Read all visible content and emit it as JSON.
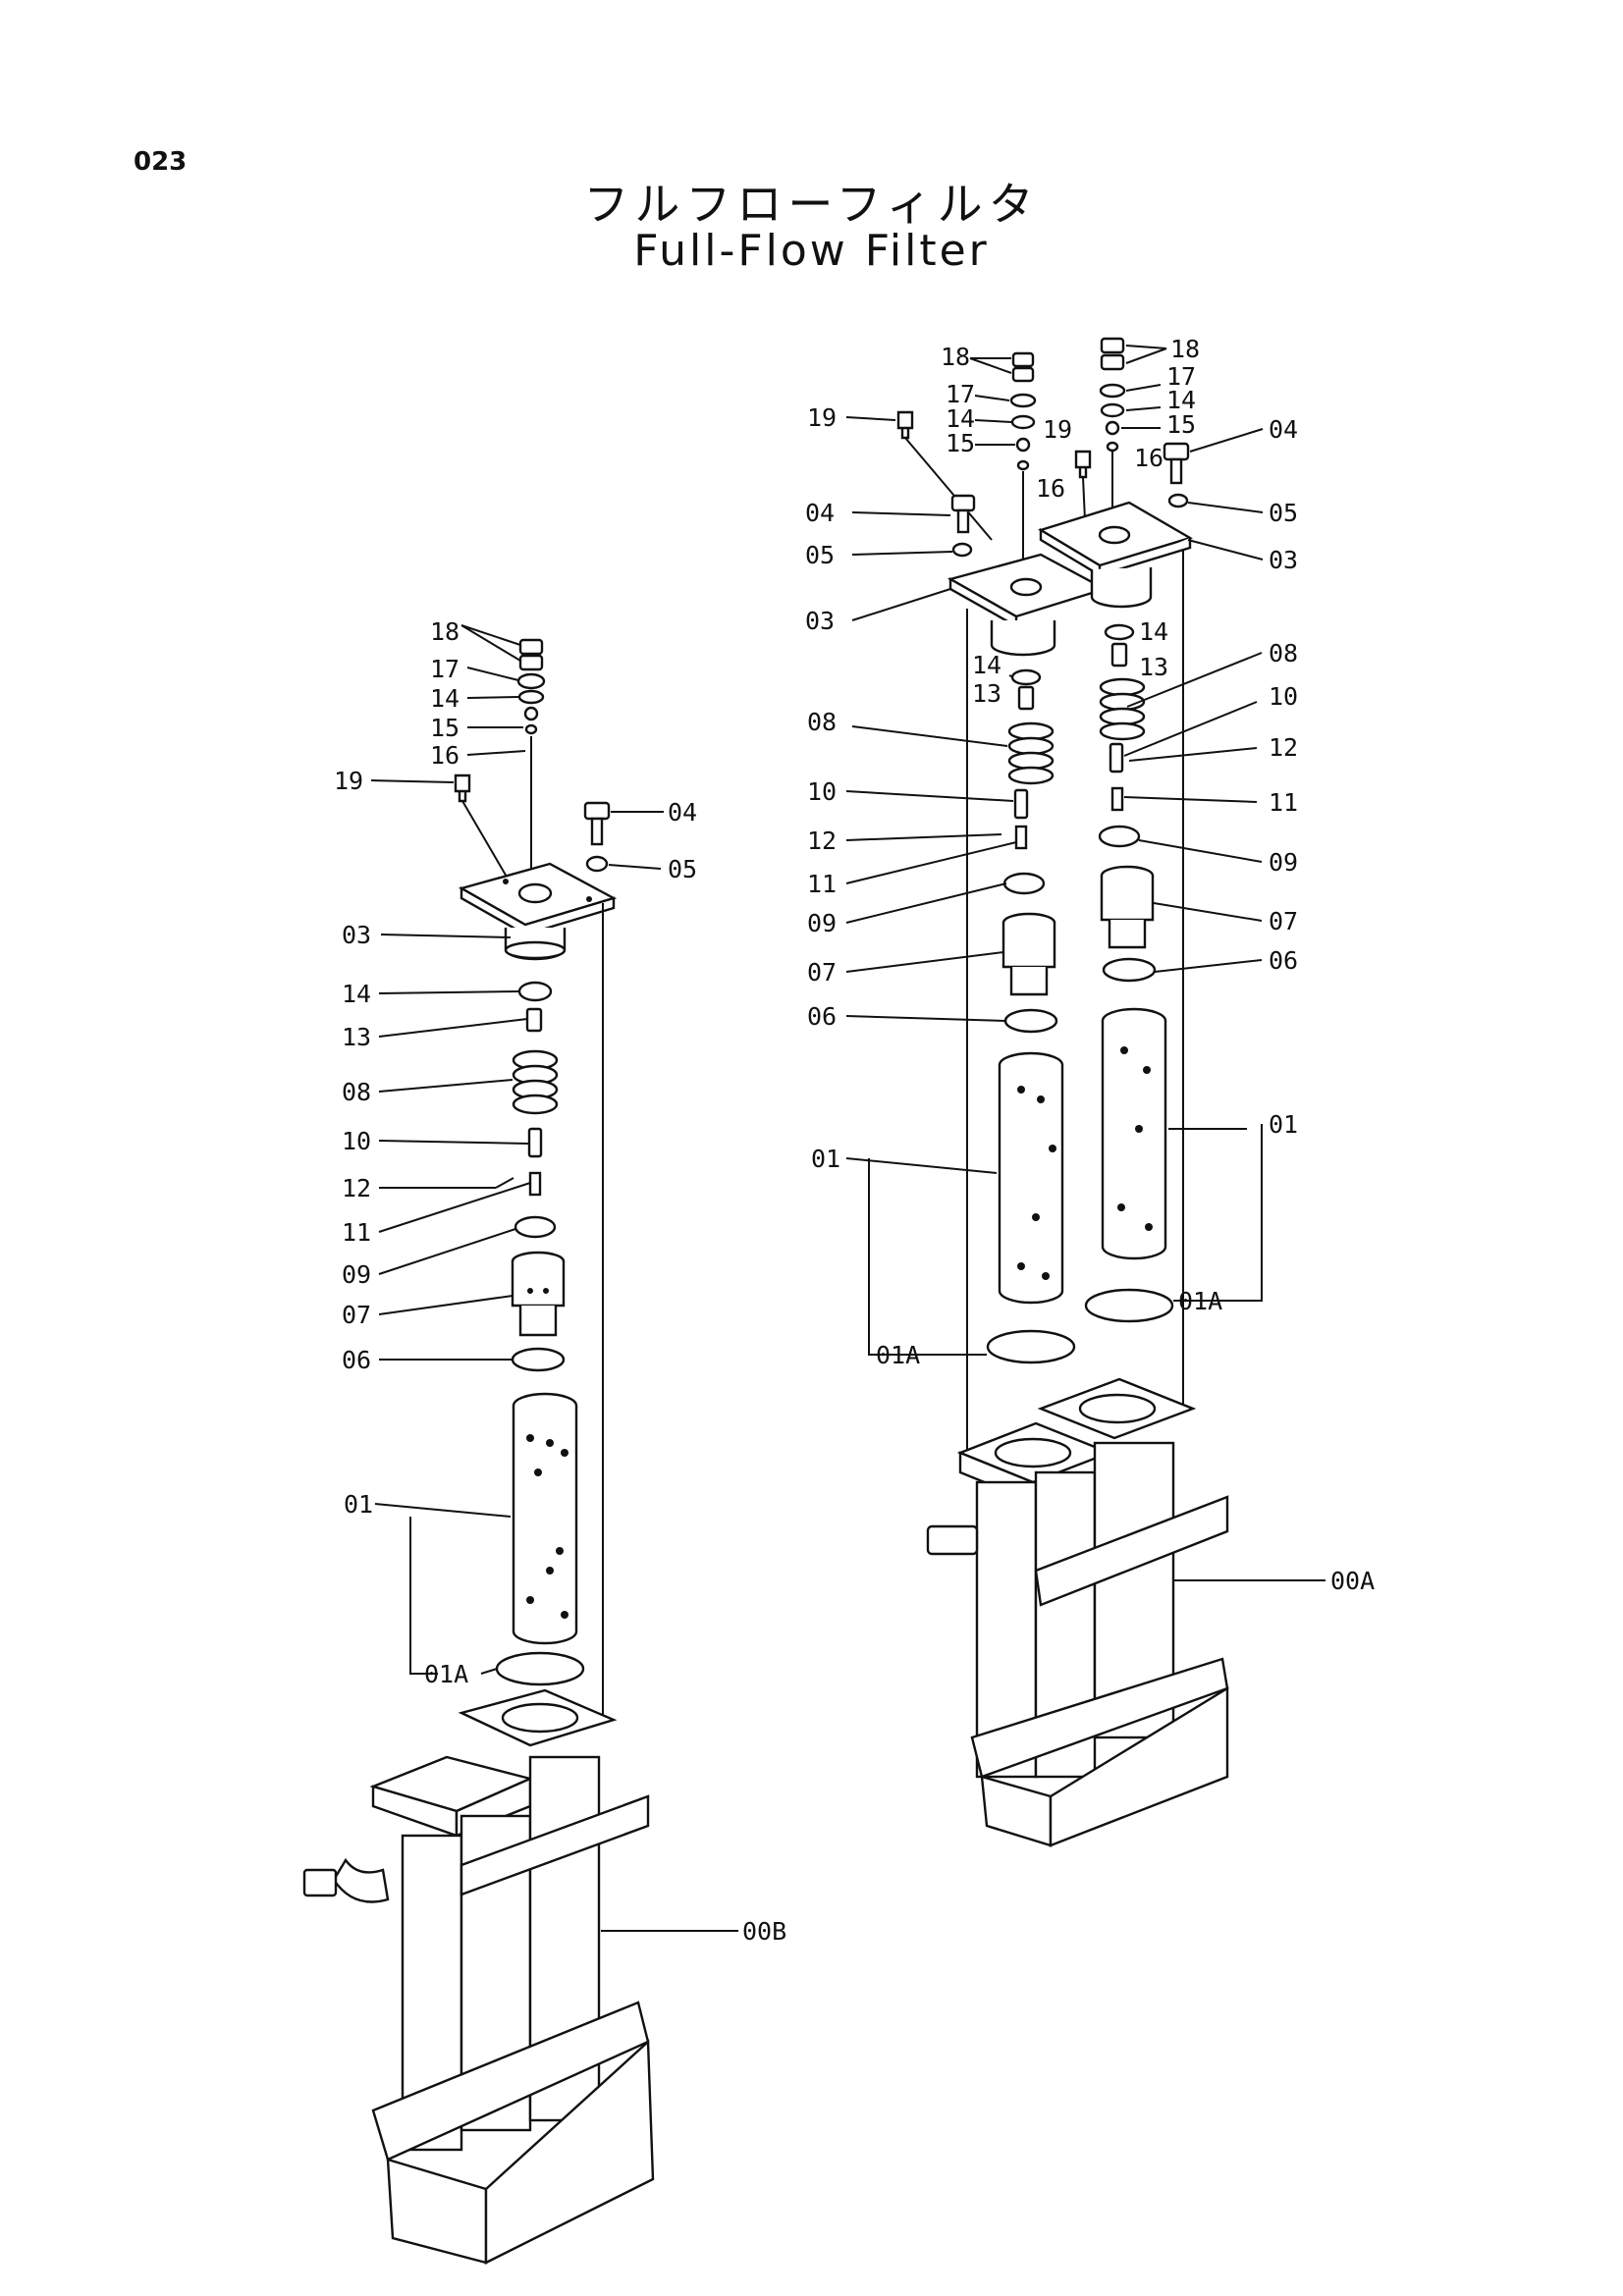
{
  "page_number": "023",
  "title_jp": "フルフローフィルタ",
  "title_en": "Full-Flow  Filter",
  "left_assembly": {
    "labels": {
      "18": "18",
      "17": "17",
      "14a": "14",
      "15": "15",
      "16": "16",
      "19": "19",
      "04": "04",
      "05": "05",
      "03": "03",
      "14b": "14",
      "13": "13",
      "08": "08",
      "10": "10",
      "12": "12",
      "11": "11",
      "09": "09",
      "07": "07",
      "06": "06",
      "01": "01",
      "01A": "01A",
      "00B": "00B"
    }
  },
  "right_assembly": {
    "labels": {
      "18L": "18",
      "17L": "17",
      "14L": "14",
      "15L": "15",
      "19L": "19",
      "04L": "04",
      "05L": "05",
      "03L": "03",
      "16L": "16",
      "14bL": "14",
      "13L": "13",
      "08L": "08",
      "10L": "10",
      "12L": "12",
      "11L": "11",
      "09L": "09",
      "07L": "07",
      "06L": "06",
      "01L": "01",
      "01AL": "01A",
      "19R": "19",
      "18R": "18",
      "17R": "17",
      "14R": "14",
      "15R": "15",
      "16R": "16",
      "04R": "04",
      "05R": "05",
      "03R": "03",
      "14bR": "14",
      "13R": "13",
      "08R": "08",
      "10R": "10",
      "12R": "12",
      "11R": "11",
      "09R": "09",
      "07R": "07",
      "06R": "06",
      "01R": "01",
      "01AR": "01A",
      "00A": "00A"
    }
  }
}
